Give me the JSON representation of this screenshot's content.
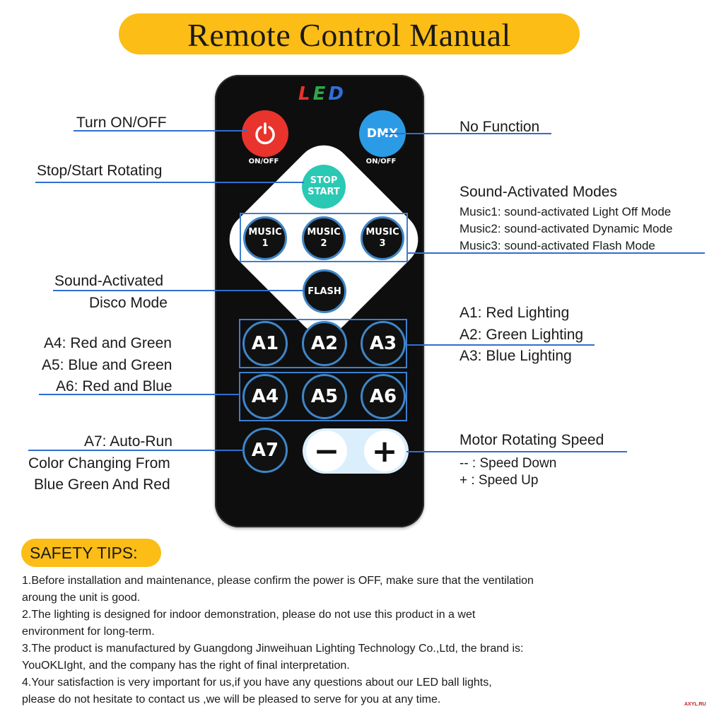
{
  "title": "Remote Control Manual",
  "remote": {
    "logo": {
      "l": "L",
      "e": "E",
      "d": "D"
    },
    "power_sub": "ON/OFF",
    "dmx_label": "DMX",
    "dmx_sub": "ON/OFF",
    "stop_line1": "STOP",
    "stop_line2": "START",
    "music": [
      {
        "top": "MUSIC",
        "num": "1"
      },
      {
        "top": "MUSIC",
        "num": "2"
      },
      {
        "top": "MUSIC",
        "num": "3"
      }
    ],
    "flash_label": "FLASH",
    "a_buttons": [
      "A1",
      "A2",
      "A3",
      "A4",
      "A5",
      "A6",
      "A7"
    ],
    "minus_label": "−",
    "plus_label": "+"
  },
  "callouts": {
    "turn_on_off": "Turn ON/OFF",
    "no_function": "No Function",
    "stop_start_rotating": "Stop/Start Rotating",
    "sound_modes_title": "Sound-Activated Modes",
    "sound_modes": [
      "Music1: sound-activated Light Off Mode",
      "Music2: sound-activated Dynamic Mode",
      "Music3: sound-activated Flash Mode"
    ],
    "disco_line1": "Sound-Activated",
    "disco_line2": "Disco Mode",
    "a_right": [
      "A1: Red Lighting",
      "A2: Green Lighting",
      "A3: Blue Lighting"
    ],
    "a_left": [
      "A4: Red and Green",
      "A5: Blue and Green",
      "A6: Red and Blue"
    ],
    "a7": [
      "A7: Auto-Run",
      "Color Changing From",
      "Blue Green And Red"
    ],
    "motor_title": "Motor Rotating Speed",
    "motor_lines": [
      "-- : Speed Down",
      "+ : Speed Up"
    ]
  },
  "safety": {
    "heading": "SAFETY TIPS:",
    "lines": [
      "1.Before installation and maintenance, please confirm the power is OFF, make sure that the ventilation",
      "aroung the unit is good.",
      "2.The lighting is designed for indoor demonstration, please do not use this product in a wet",
      "environment for long-term.",
      "3.The product is manufactured by Guangdong Jinweihuan Lighting Technology Co.,Ltd, the brand is:",
      "YouOKLIght, and the company has the right of final interpretation.",
      "4.Your satisfaction is very important for us,if you have any questions about our LED ball lights,",
      "please do not hesitate to contact us ,we will be pleased to serve for you at any time."
    ]
  },
  "watermark": "AXYL.RU",
  "colors": {
    "banner": "#fbbd16",
    "power": "#e8342c",
    "dmx": "#2c9be6",
    "stop": "#29c9b4",
    "outline": "#3f7fd0"
  },
  "icons": {
    "power": "power-icon"
  }
}
